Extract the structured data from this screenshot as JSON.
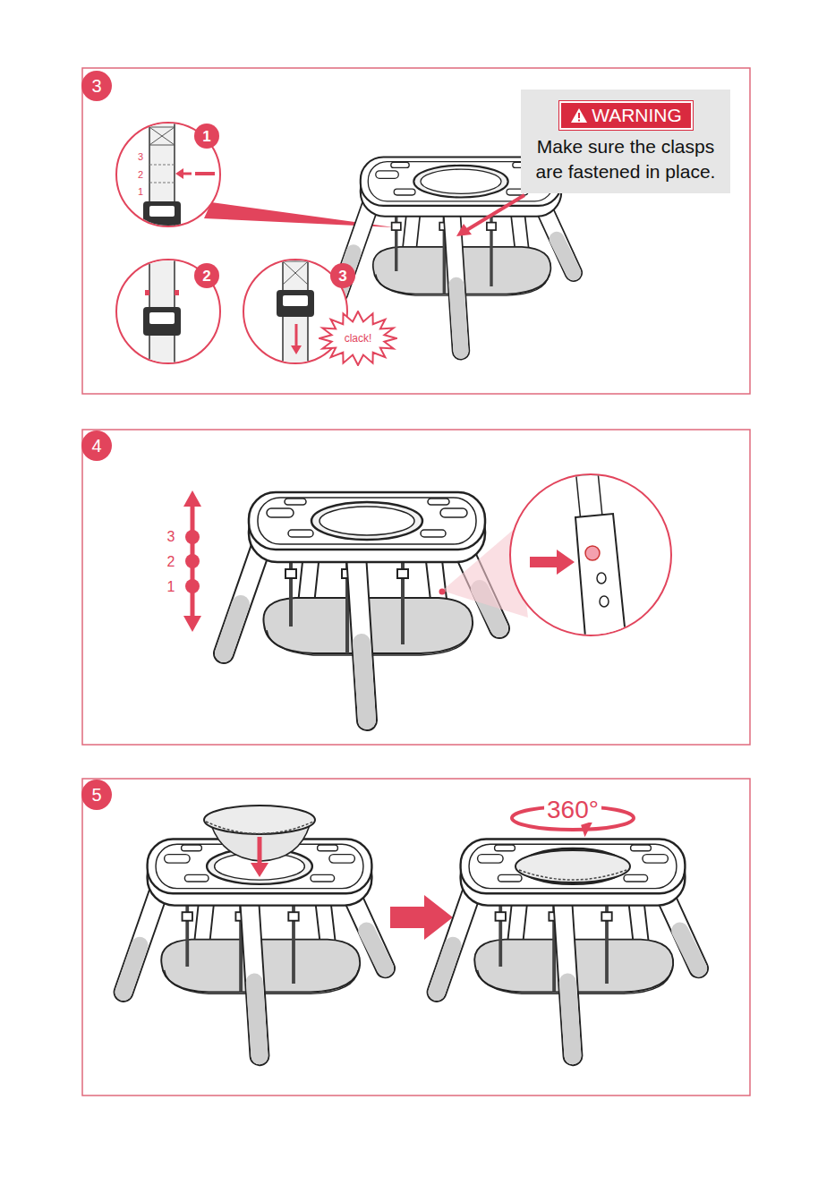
{
  "diagram": {
    "nodes": [
      {
        "text": [
          "3"
        ]
      },
      {
        "text": [
          "1"
        ]
      },
      {
        "text": [
          "2"
        ]
      },
      {
        "text": [
          "3"
        ]
      },
      {
        "text": [
          "clack!"
        ]
      },
      {
        "text": [
          "Make sure the clasps are fastened in place."
        ]
      },
      {
        "text": [
          "WARNING"
        ],
        "in": 5
      },
      {
        "text": [
          "4"
        ]
      },
      {
        "text": [
          "5"
        ]
      }
    ],
    "labels": [
      "3",
      "2",
      "1",
      "3",
      "2",
      "1",
      "360°"
    ]
  }
}
